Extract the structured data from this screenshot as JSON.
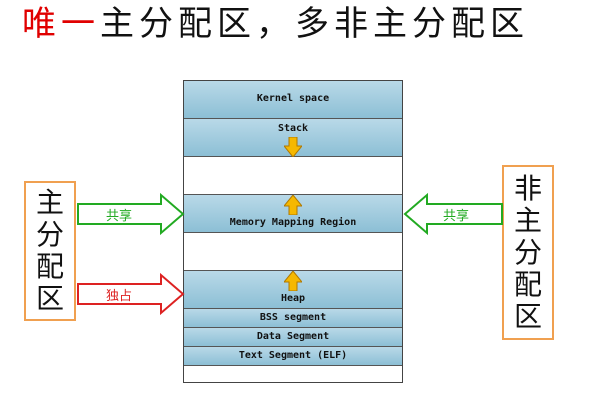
{
  "title": {
    "highlight": "唯一",
    "rest": "主分配区，多非主分配区"
  },
  "memory_layout": {
    "segments": [
      {
        "label": "Kernel space"
      },
      {
        "label": "Stack"
      },
      {
        "label": ""
      },
      {
        "label": "Memory Mapping Region"
      },
      {
        "label": ""
      },
      {
        "label": "Heap"
      },
      {
        "label": "BSS segment"
      },
      {
        "label": "Data Segment"
      },
      {
        "label": "Text Segment (ELF)"
      },
      {
        "label": ""
      }
    ]
  },
  "left_box": {
    "chars": [
      "主",
      "分",
      "配",
      "区"
    ]
  },
  "right_box": {
    "chars": [
      "非",
      "主",
      "分",
      "配",
      "区"
    ]
  },
  "arrows": {
    "left_shared": "共享",
    "left_exclusive": "独占",
    "right_shared": "共享"
  },
  "colors": {
    "highlight_red": "#e00000",
    "segment_blue": "#9fcade",
    "shared_arrow_green": "#22aa22",
    "exclusive_arrow_red": "#dd2222",
    "box_border_orange": "#f0a050",
    "growth_arrow_yellow": "#f5b800"
  }
}
